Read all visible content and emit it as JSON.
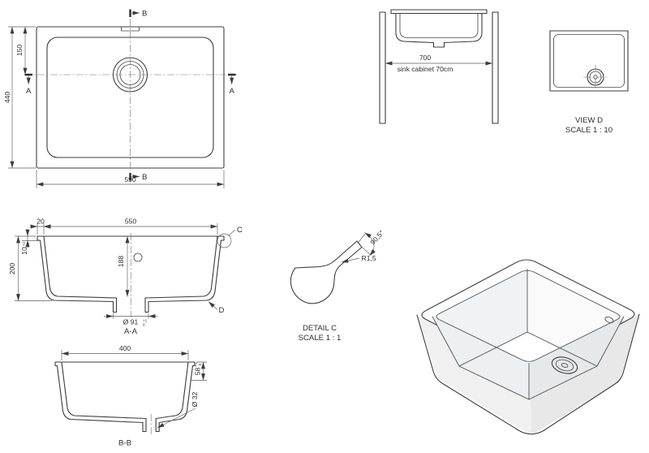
{
  "views": {
    "top": {
      "dim_width": "590",
      "dim_height": "440",
      "dim_drain_from_top": "150",
      "section_b": "B",
      "section_a": "A"
    },
    "cabinet": {
      "dim_width": "700",
      "note": "sink cabinet 70cm"
    },
    "view_d": {
      "title": "VIEW D",
      "scale": "SCALE 1 : 10"
    },
    "aa": {
      "title": "A-A",
      "dim_opening": "550",
      "dim_rim": "20",
      "dim_inner_depth": "188",
      "dim_depth": "200",
      "dim_rim_thickness": "10",
      "tol_rim_upper": "+2",
      "tol_rim_lower": "0",
      "dim_drain": "Ø 91",
      "tol_drain_upper": "+1",
      "tol_drain_lower": "0",
      "detail_marker": "C",
      "view_marker": "D"
    },
    "detail_c": {
      "title": "DETAIL C",
      "scale": "SCALE 1 : 1",
      "angle": "90,5°",
      "radius": "R1,5"
    },
    "bb": {
      "title": "B-B",
      "dim_bottom": "400",
      "dim_flange": "58",
      "tol_flange_upper": "+1",
      "tol_flange_lower": "0",
      "dim_waste": "Ø 32"
    }
  }
}
